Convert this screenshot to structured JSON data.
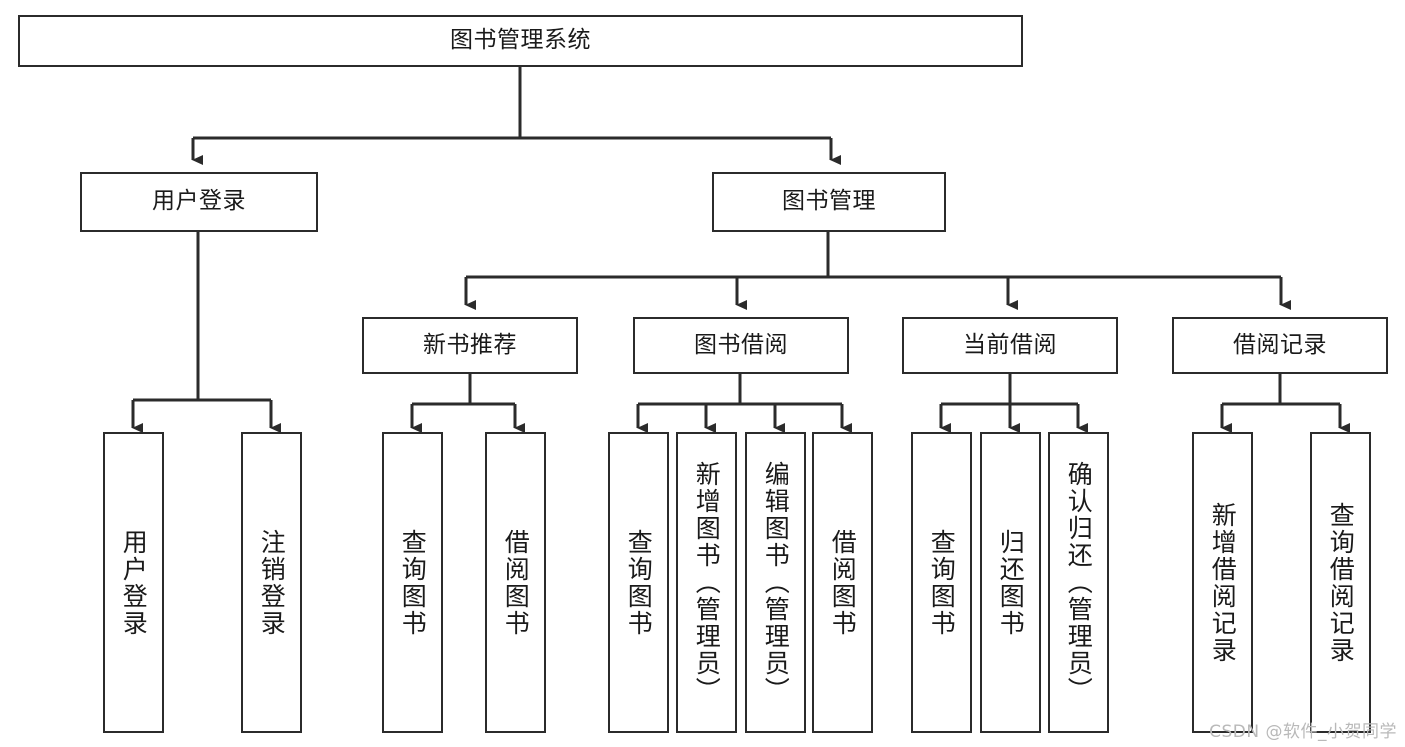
{
  "diagram": {
    "title": "图书管理系统",
    "type": "tree-hierarchy-chart",
    "background_color": "#ffffff",
    "line_color": "#2b2b2b",
    "box_border_color": "#2b2b2b",
    "box_fill_color": "#ffffff",
    "text_color": "#1a1a1a"
  },
  "nodes": {
    "root": {
      "label": "图书管理系统"
    },
    "level2": [
      {
        "label": "用户登录"
      },
      {
        "label": "图书管理"
      }
    ],
    "level3": [
      {
        "label": "新书推荐"
      },
      {
        "label": "图书借阅"
      },
      {
        "label": "当前借阅"
      },
      {
        "label": "借阅记录"
      }
    ],
    "leaves": {
      "user_login": [
        {
          "label": "用户登录"
        },
        {
          "label": "注销登录"
        }
      ],
      "new_book_recommend": [
        {
          "label": "查询图书"
        },
        {
          "label": "借阅图书"
        }
      ],
      "book_borrow": [
        {
          "label": "查询图书"
        },
        {
          "label": "新增图书（管理员）"
        },
        {
          "label": "编辑图书（管理员）"
        },
        {
          "label": "借阅图书"
        }
      ],
      "current_borrow": [
        {
          "label": "查询图书"
        },
        {
          "label": "归还图书"
        },
        {
          "label": "确认归还（管理员）"
        }
      ],
      "borrow_record": [
        {
          "label": "新增借阅记录"
        },
        {
          "label": "查询借阅记录"
        }
      ]
    }
  },
  "watermark": {
    "text": "CSDN @软件_小贺同学"
  }
}
